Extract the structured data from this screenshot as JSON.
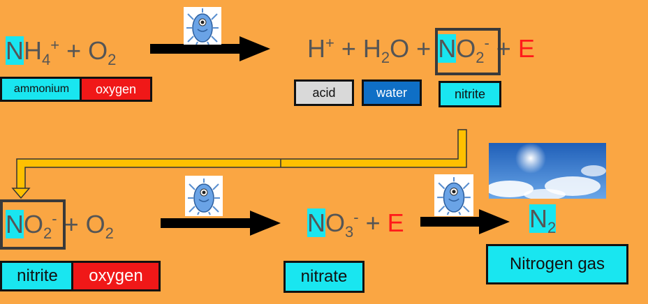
{
  "eq1": {
    "left": {
      "n": "N",
      "rest": "H",
      "sub": "4",
      "sup": "+",
      "plus": " + ",
      "o": "O",
      "osub": "2"
    },
    "right": {
      "h": "H",
      "hsup": "+",
      "plus1": " + ",
      "water": "H",
      "wsub": "2",
      "wo": "O",
      "plus2": " + ",
      "n": "N",
      "o": "O",
      "osub": "2",
      "osup": "-",
      "plus3": " + ",
      "e": "E"
    },
    "labels": {
      "ammonium": "ammonium",
      "oxygen": "oxygen",
      "acid": "acid",
      "water": "water",
      "nitrite": "nitrite"
    }
  },
  "eq2": {
    "left": {
      "n": "N",
      "o": "O",
      "osub": "2",
      "osup": "-",
      "plus": " + ",
      "o2": "O",
      "o2sub": "2"
    },
    "mid": {
      "n": "N",
      "o": "O",
      "osub": "3",
      "osup": "-",
      "plus": " + ",
      "e": "E"
    },
    "right": {
      "n": "N",
      "sub": "2"
    },
    "labels": {
      "nitrite": "nitrite",
      "oxygen": "oxygen",
      "nitrate": "nitrate",
      "nitrogen_gas": "Nitrogen gas"
    }
  },
  "icons": [
    "microbe-icon",
    "sky-image"
  ],
  "colors": {
    "background": "#FAA643",
    "highlight": "#19E6F0",
    "energy": "#FF1A1A",
    "arrow": "#000000",
    "connector": "#FFC000"
  }
}
